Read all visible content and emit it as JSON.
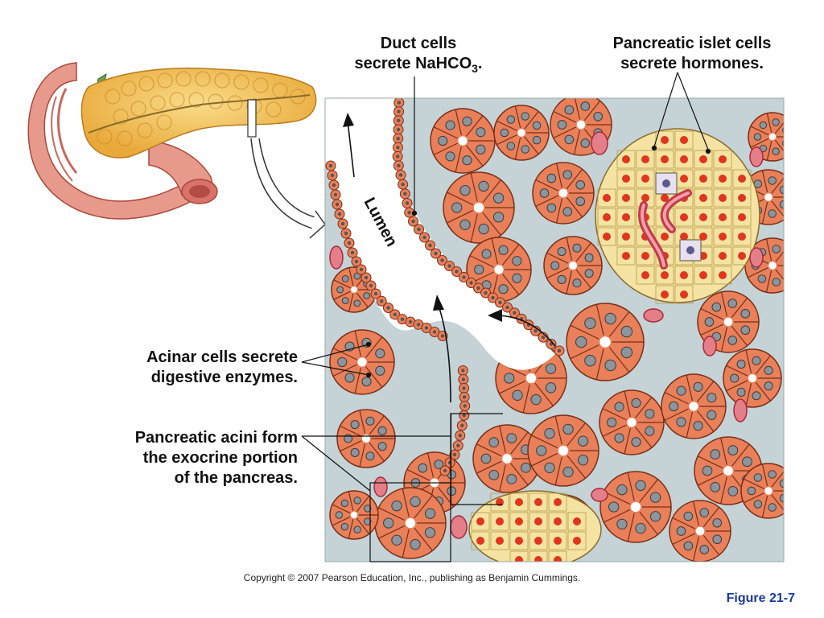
{
  "labels": {
    "duct_line1": "Duct cells",
    "duct_line2_pre": "secrete NaHCO",
    "duct_line2_sub": "3",
    "duct_line2_post": ".",
    "islet_line1": "Pancreatic islet cells",
    "islet_line2": "secrete hormones.",
    "lumen": "Lumen",
    "acinar_line1": "Acinar cells secrete",
    "acinar_line2": "digestive enzymes.",
    "acini_line1": "Pancreatic acini form",
    "acini_line2": "the exocrine portion",
    "acini_line3": "of the pancreas."
  },
  "footer": {
    "copyright": "Copyright © 2007 Pearson Education, Inc., publishing as Benjamin Cummings.",
    "figure": "Figure 21-7"
  },
  "colors": {
    "acinar_cell": "#e9805a",
    "cell_border": "#7a2e16",
    "nucleus": "#8c959b",
    "connective": "#c5d3d6",
    "islet_cell": "#f4e3a2",
    "islet_nucleus": "#e0361e",
    "vessel": "#e47f8a",
    "pancreas": "#f4c158",
    "duodenum": "#e79a8c",
    "figure_label": "#1a3a9c"
  }
}
